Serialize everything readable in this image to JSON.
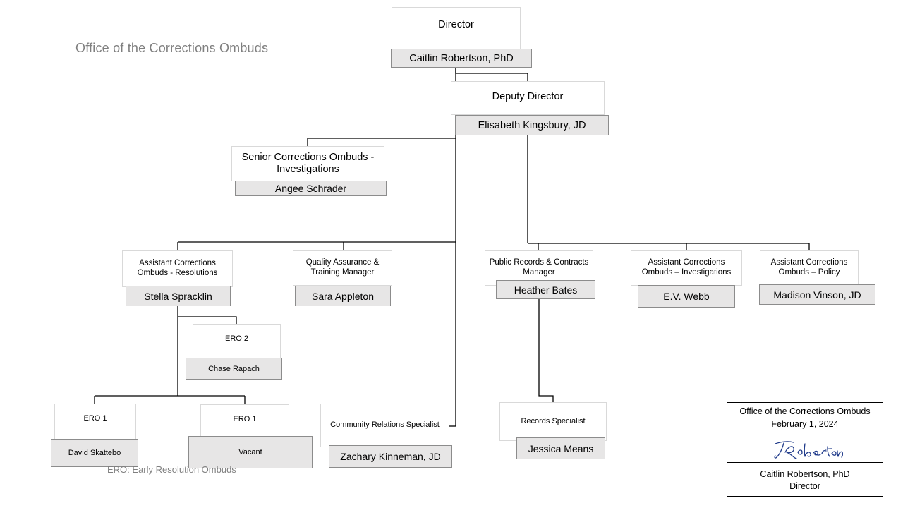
{
  "page_title": "Office of the Corrections Ombuds",
  "director": {
    "title": "Director",
    "name": "Caitlin Robertson, PhD"
  },
  "deputy": {
    "title": "Deputy Director",
    "name": "Elisabeth Kingsbury, JD"
  },
  "senior_ombuds": {
    "title": "Senior Corrections Ombuds - Investigations",
    "name": "Angee Schrader"
  },
  "aco_resolutions": {
    "title": "Assistant Corrections Ombuds - Resolutions",
    "name": "Stella Spracklin"
  },
  "qa_manager": {
    "title": "Quality Assurance & Training Manager",
    "name": "Sara Appleton"
  },
  "public_records": {
    "title": "Public Records & Contracts Manager",
    "name": "Heather Bates"
  },
  "aco_investigations": {
    "title": "Assistant Corrections Ombuds – Investigations",
    "name": "E.V. Webb"
  },
  "aco_policy": {
    "title": "Assistant Corrections Ombuds – Policy",
    "name": "Madison Vinson, JD"
  },
  "ero2": {
    "title": "ERO 2",
    "name": "Chase Rapach"
  },
  "ero1_a": {
    "title": "ERO 1",
    "name": "David Skattebo"
  },
  "ero1_b": {
    "title": "ERO 1",
    "name": "Vacant"
  },
  "community": {
    "title": "Community Relations Specialist",
    "name": "Zachary Kinneman,  JD"
  },
  "records": {
    "title": "Records Specialist",
    "name": "Jessica Means"
  },
  "legend": "ERO: Early Resolution Ombuds",
  "signature_panel": {
    "org": "Office of the Corrections Ombuds",
    "date": "February 1, 2024",
    "signer_name": "Caitlin Robertson, PhD",
    "signer_title": "Director"
  }
}
